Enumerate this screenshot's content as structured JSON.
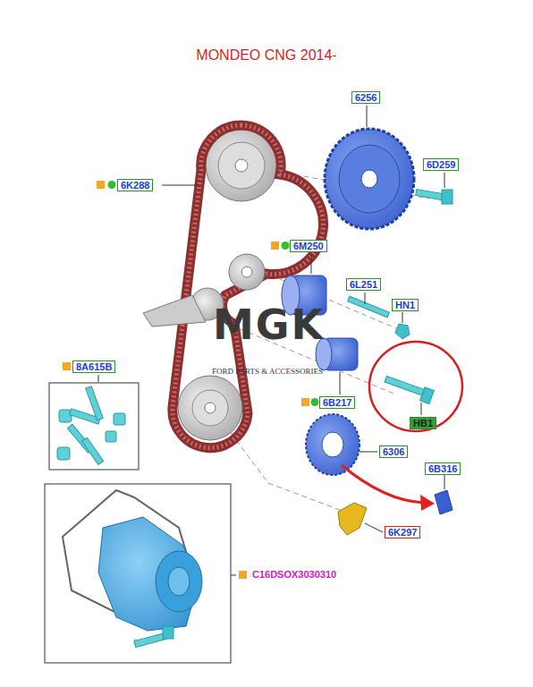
{
  "diagram": {
    "title": "MONDEO CNG 2014-",
    "nodes": [
      {
        "text": [
          "6256"
        ]
      },
      {
        "text": [
          "6D259"
        ]
      },
      {
        "text": [
          "6K288"
        ]
      },
      {
        "text": [
          "6M250"
        ]
      },
      {
        "text": [
          "6L251"
        ]
      },
      {
        "text": [
          "HN1"
        ]
      },
      {
        "text": [
          "8A615B"
        ]
      },
      {
        "text": [
          "6B217"
        ]
      },
      {
        "text": [
          "HB1"
        ]
      },
      {
        "text": [
          "6306"
        ]
      },
      {
        "text": [
          "6B316"
        ]
      },
      {
        "text": [
          "6K297"
        ]
      }
    ],
    "labels": [
      "MGK",
      "FORD PARTS & ACCESSORIES",
      "C16DSOX3030310"
    ]
  }
}
